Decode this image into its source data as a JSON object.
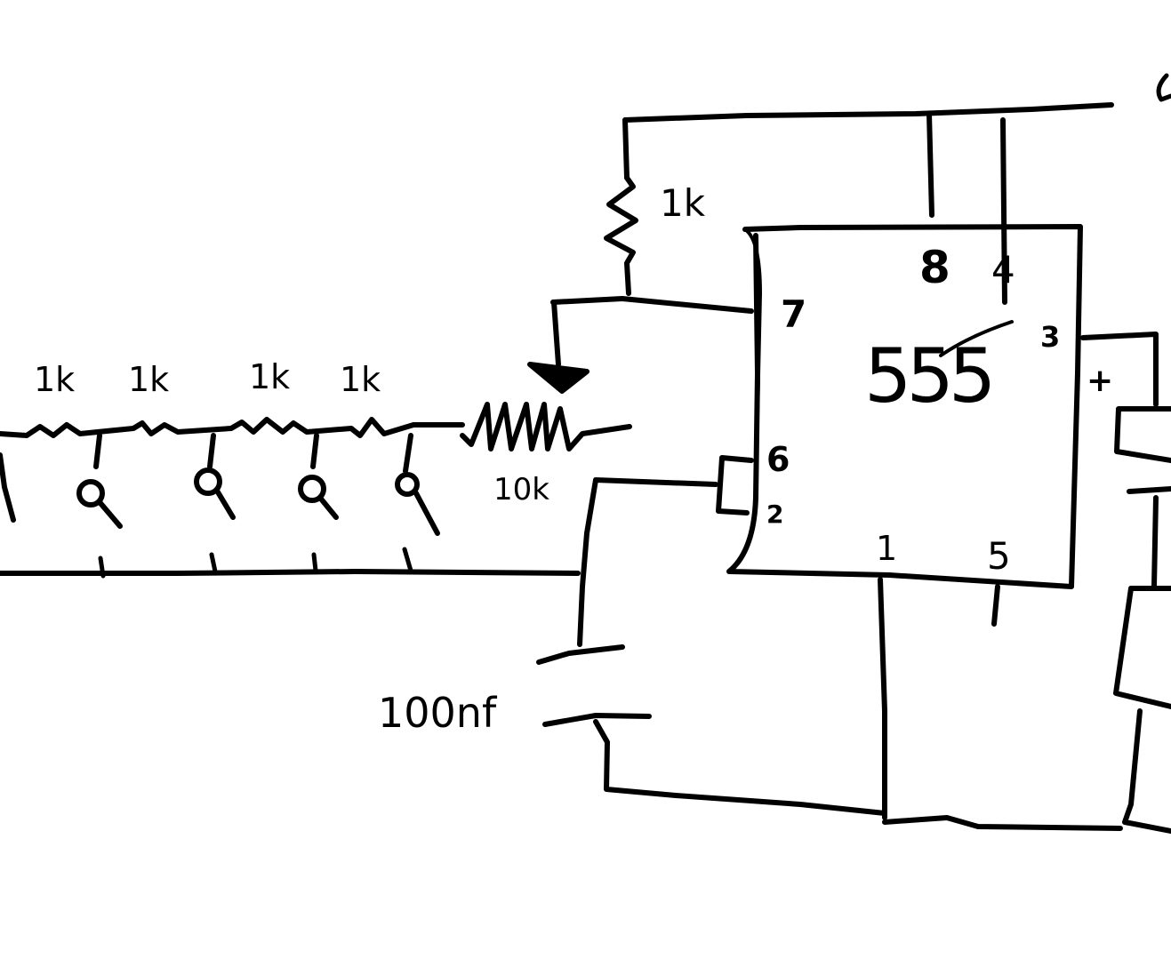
{
  "chip": {
    "name": "555"
  },
  "pins": {
    "p8": "8",
    "p4": "4",
    "p7": "7",
    "p3": "3",
    "p6": "6",
    "p2": "2",
    "p1": "1",
    "p5": "5"
  },
  "output_mark": "+",
  "resistors": {
    "pullup": "1k",
    "ladder": [
      "1k",
      "1k",
      "1k",
      "1k"
    ],
    "trim": "10k"
  },
  "capacitor": "100nf"
}
